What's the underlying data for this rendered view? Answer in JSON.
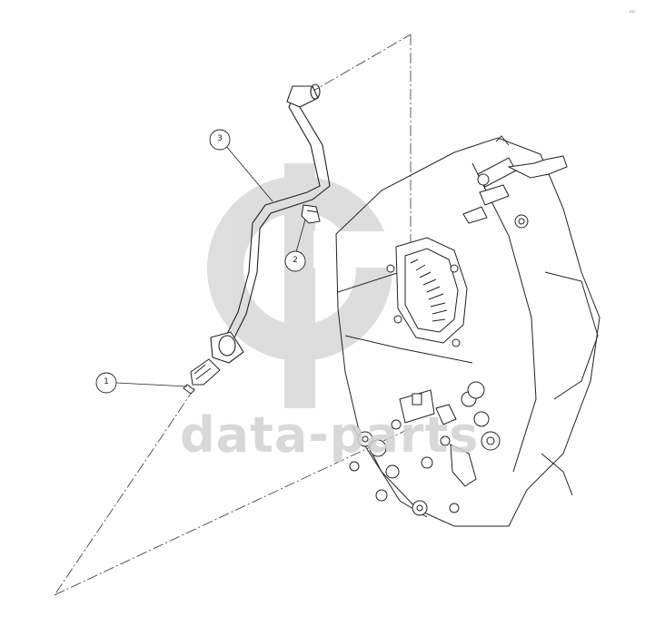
{
  "diagram": {
    "callouts": [
      {
        "id": "1",
        "label": "1"
      },
      {
        "id": "2",
        "label": "2"
      },
      {
        "id": "3",
        "label": "3"
      }
    ]
  },
  "watermark": {
    "text": "data-parts",
    "color": "#d2d2d2"
  },
  "page_mark": "ᵖᵖ"
}
